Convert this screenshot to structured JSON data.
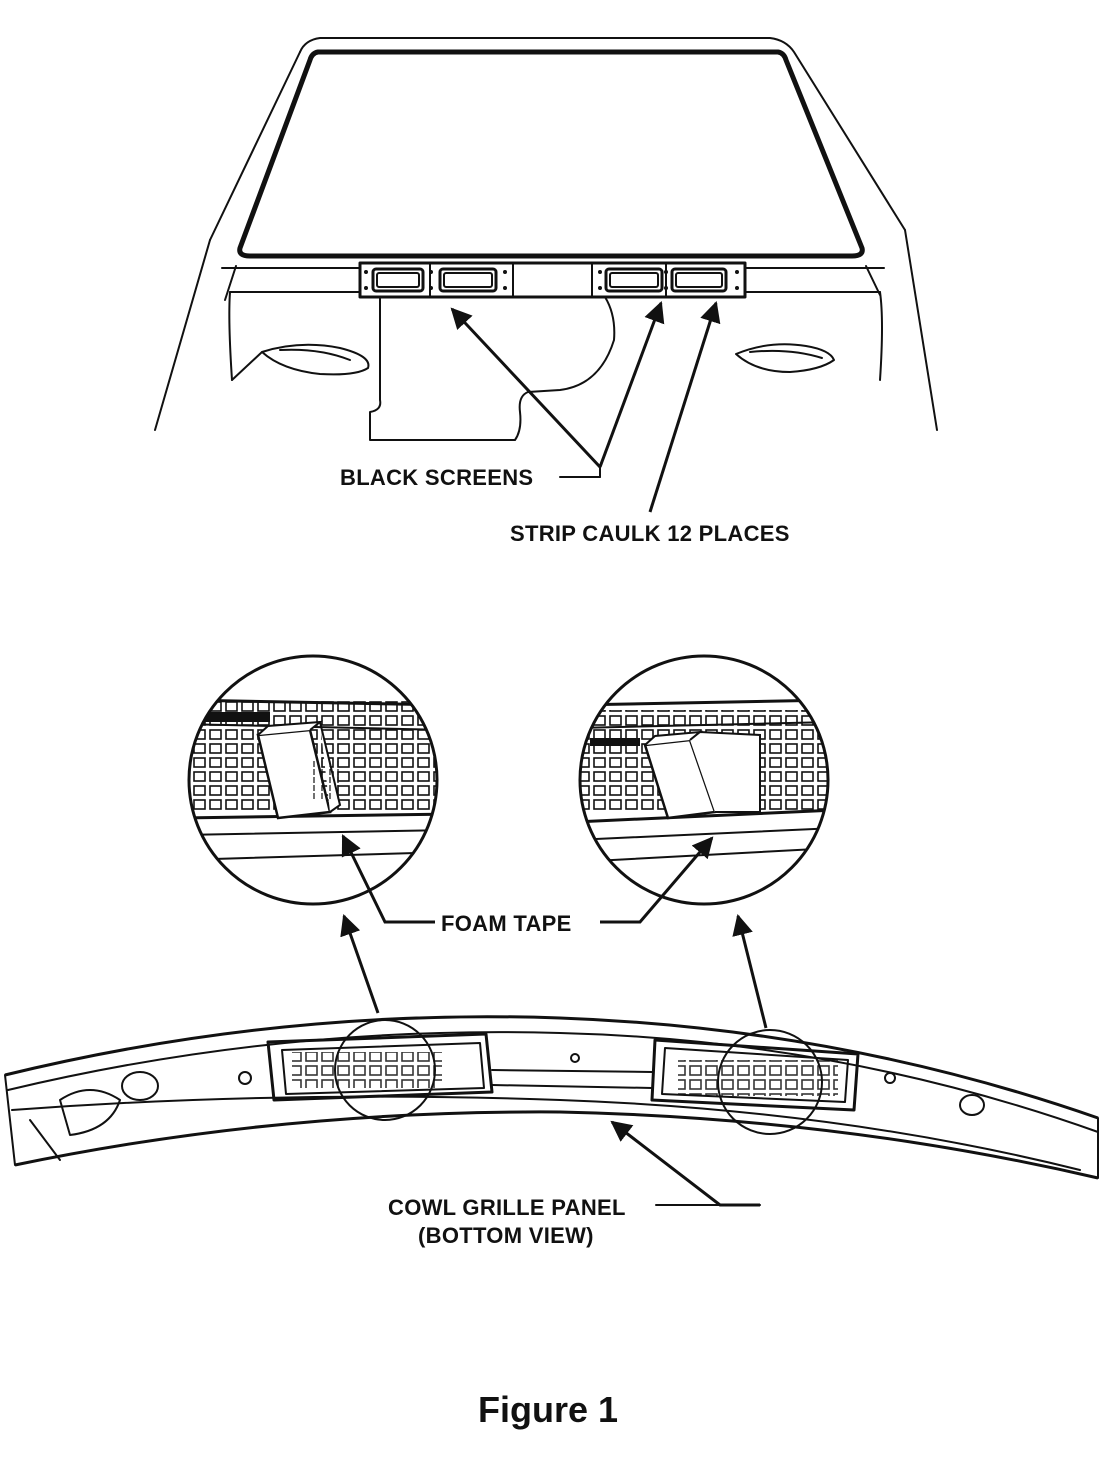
{
  "labels": {
    "black_screens": "BLACK SCREENS",
    "strip_caulk": "STRIP CAULK 12 PLACES",
    "foam_tape": "FOAM TAPE",
    "cowl_line1": "COWL GRILLE PANEL",
    "cowl_line2": "(BOTTOM VIEW)"
  },
  "caption": "Figure 1"
}
